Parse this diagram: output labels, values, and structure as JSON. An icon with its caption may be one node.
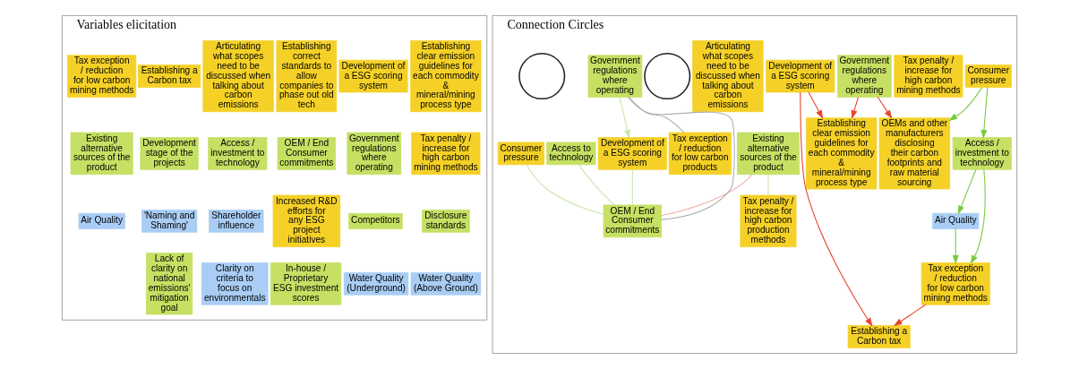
{
  "diagram": {
    "nodes": [
      {
        "text": [
          "Variables elicitation"
        ]
      },
      {
        "text": [
          "Connection Circles"
        ]
      },
      {
        "text": [
          "Establishing clear emission guidelines for each commodity & mineral/mining process type"
        ],
        "in": 0
      },
      {
        "text": [
          "Development of a ESG scoring system"
        ],
        "in": 0
      },
      {
        "text": [
          "Establishing correct standards to allow companies to phase out old tech"
        ],
        "in": 0
      },
      {
        "text": [
          "Articulating what scopes need to be discussed when talking about carbon emissions"
        ],
        "in": 0
      },
      {
        "text": [
          "Establishing a Carbon tax"
        ],
        "in": 0
      },
      {
        "text": [
          "Tax exception / reduction for low carbon mining methods"
        ],
        "in": 0
      },
      {
        "text": [
          "Tax penalty / increase for high carbon mining methods"
        ],
        "in": 0
      },
      {
        "text": [
          "Government regulations where operating"
        ],
        "in": 0
      },
      {
        "text": [
          "OEM / End Consumer commitments"
        ],
        "in": 0
      },
      {
        "text": [
          "Access / investment to technology"
        ],
        "in": 0
      },
      {
        "text": [
          "Development stage of the projects"
        ],
        "in": 0
      },
      {
        "text": [
          "Existing alternative sources of the product"
        ],
        "in": 0
      },
      {
        "text": [
          "Disclosure standards"
        ],
        "in": 0
      },
      {
        "text": [
          "Competitors"
        ],
        "in": 0
      },
      {
        "text": [
          "Increased R&D efforts for any ESG project initiatives"
        ],
        "in": 0
      },
      {
        "text": [
          "Shareholder influence"
        ],
        "in": 0
      },
      {
        "text": [
          "'Naming and Shaming'"
        ],
        "in": 0
      },
      {
        "text": [
          "Air Quality"
        ],
        "in": 0
      },
      {
        "text": [
          "Water Quality (Above Ground)"
        ],
        "in": 0
      },
      {
        "text": [
          "Water Quality (Underground)"
        ],
        "in": 0
      },
      {
        "text": [
          "In-house / Proprietary ESG investment scores"
        ],
        "in": 0
      },
      {
        "text": [
          "Clarity on criteria to focus on environmentals"
        ],
        "in": 0
      },
      {
        "text": [
          "Lack of clarity on national emissions' mitigation goal"
        ],
        "in": 0
      },
      {
        "text": [
          "Air Quality"
        ],
        "in": 1
      },
      {
        "text": [
          "Access / investment to technology"
        ],
        "in": 1
      },
      {
        "text": [
          "Consumer pressure"
        ],
        "in": 1
      },
      {
        "text": [
          "OEMs and other manufacturers disclosing their carbon footprints and raw material sourcing"
        ],
        "in": 1
      },
      {
        "text": [
          "Tax exception / reduction for low carbon mining methods"
        ],
        "in": 1
      },
      {
        "text": [
          "Tax penalty / increase for high carbon mining methods"
        ],
        "in": 1
      },
      {
        "text": [
          "Establishing a Carbon tax"
        ],
        "in": 1
      },
      {
        "text": [
          "Government regulations where operating"
        ],
        "in": 1
      },
      {
        "text": [
          "Development of a ESG scoring system"
        ],
        "in": 1
      },
      {
        "text": [
          "Articulating what scopes need to be discussed when talking about carbon emissions"
        ],
        "in": 1
      },
      {
        "text": [
          "Establishing clear emission guidelines for each commodity & mineral/mining process type"
        ],
        "in": 1
      },
      {
        "text": [],
        "shape": "circle",
        "in": 1
      },
      {
        "text": [
          "Development of a ESG scoring system"
        ],
        "in": 1
      },
      {
        "text": [
          "Existing alternative sources of the product"
        ],
        "in": 1
      },
      {
        "text": [
          "Government regulations where operating"
        ],
        "in": 1
      },
      {
        "text": [
          "Access to technology"
        ],
        "in": 1
      },
      {
        "text": [
          "Tax penalty / increase for high carbon production methods"
        ],
        "in": 1
      },
      {
        "text": [
          "Tax exception / reduction for low carbon products"
        ],
        "in": 1
      },
      {
        "text": [
          "OEM / End Consumer commitments"
        ],
        "in": 1
      },
      {
        "text": [
          "Consumer pressure"
        ],
        "in": 1
      },
      {
        "text": [],
        "shape": "circle",
        "in": 1
      }
    ],
    "edges": [
      {
        "from": 26,
        "to": 25,
        "arrow": "to",
        "color": "#7ac943"
      },
      {
        "from": 26,
        "to": 29,
        "arrow": "to",
        "color": "#7ac943"
      },
      {
        "from": 27,
        "to": 26,
        "arrow": "to",
        "color": "#7ac943"
      },
      {
        "from": 27,
        "to": 28,
        "arrow": "to",
        "color": "#7ac943"
      },
      {
        "from": 25,
        "to": 29,
        "arrow": "to",
        "color": "#7ac943"
      },
      {
        "from": 33,
        "to": 35,
        "arrow": "to",
        "color": "#e8452c"
      },
      {
        "from": 32,
        "to": 35,
        "arrow": "to",
        "color": "#e8452c"
      },
      {
        "from": 32,
        "to": 28,
        "arrow": "to",
        "color": "#e8452c"
      },
      {
        "from": 29,
        "to": 31,
        "arrow": "to",
        "color": "#e8452c"
      },
      {
        "from": 33,
        "to": 31,
        "arrow": "to",
        "color": "#e8452c"
      },
      {
        "from": 39,
        "to": 37,
        "arrow": "to",
        "color": "#c8e6b0"
      },
      {
        "from": 37,
        "to": 43,
        "arrow": "none",
        "color": "#c8e6b0"
      },
      {
        "from": 38,
        "to": 43,
        "arrow": "none",
        "color": "#f0b5aa"
      },
      {
        "from": 39,
        "to": 43,
        "arrow": "none",
        "color": "#b0b0b0"
      },
      {
        "from": 38,
        "to": 41,
        "arrow": "none",
        "color": "#c8e6b0"
      },
      {
        "from": 40,
        "to": 43,
        "arrow": "none",
        "color": "#c8e6b0"
      },
      {
        "from": 44,
        "to": 43,
        "arrow": "none",
        "color": "#c8e6b0"
      },
      {
        "from": 39,
        "to": 42,
        "arrow": "none",
        "color": "#b0b0b0"
      }
    ]
  }
}
